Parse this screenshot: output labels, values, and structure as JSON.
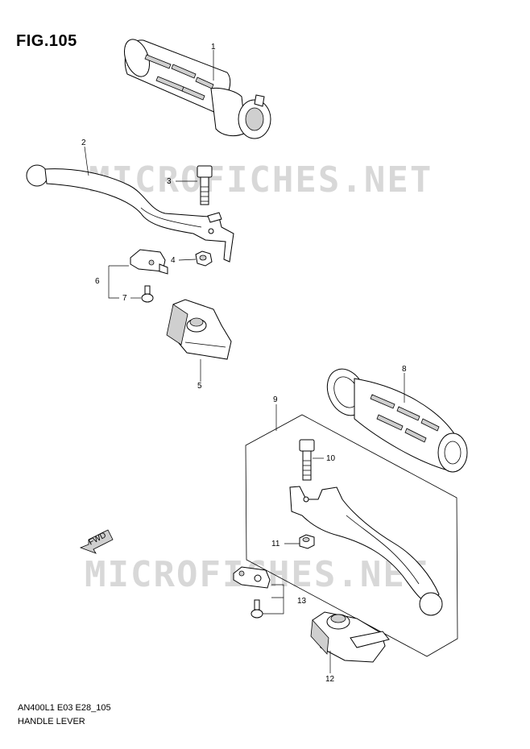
{
  "figure": {
    "title": "FIG.105"
  },
  "footer": {
    "code": "AN400L1 E03 E28_105",
    "name": "HANDLE LEVER"
  },
  "watermark": {
    "text": "MICROFICHES.NET"
  },
  "callouts": [
    "1",
    "2",
    "3",
    "4",
    "5",
    "6",
    "7",
    "8",
    "9",
    "10",
    "11",
    "12",
    "13"
  ],
  "fwd_label": "FWD"
}
